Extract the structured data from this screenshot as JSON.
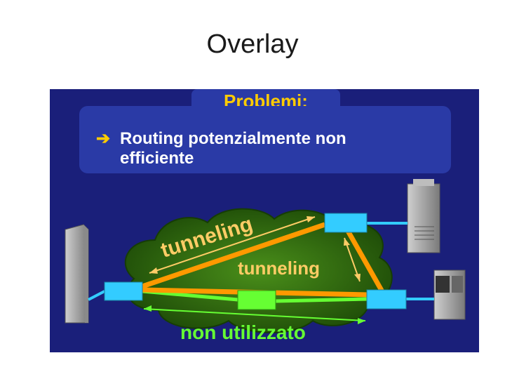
{
  "page": {
    "title": "Overlay"
  },
  "slide": {
    "heading": "Problemi:",
    "bullet_arrow": "➔",
    "bullet_line1": "Routing potenzialmente non",
    "bullet_line2": "efficiente",
    "labels": {
      "tunneling_curved": "tunneling",
      "tunneling_straight": "tunneling",
      "unused": "non utilizzato"
    },
    "colors": {
      "background": "#1a1f7a",
      "panel": "#2a3aa6",
      "heading_text": "#ffcc00",
      "tunnel_orange": "#ff9900",
      "tunnel_text": "#ffcc66",
      "unused_green": "#66ff33",
      "cloud": "#2f6b0f",
      "router_cyan": "#33ccff"
    }
  }
}
